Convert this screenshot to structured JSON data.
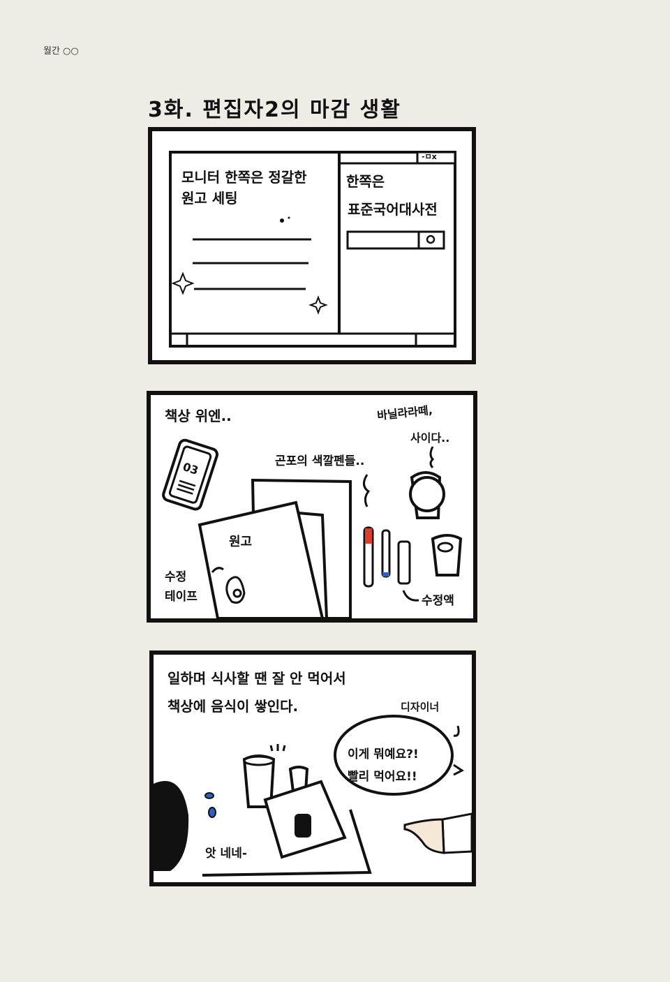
{
  "header": {
    "magazine": "월간 ○○"
  },
  "title": "3화. 편집자2의 마감 생활",
  "panel1": {
    "left_caption_line1": "모니터 한쪽은 정갈한",
    "left_caption_line2": "원고 세팅",
    "right_caption_line1": "한쪽은",
    "right_caption_line2": "표준국어대사전",
    "window_controls": "-ㅁx",
    "search_icon": "search-icon"
  },
  "panel2": {
    "caption": "책상 위엔..",
    "pens_label": "곤포의 색깔펜들..",
    "drinks_line1": "바닐라라떼,",
    "drinks_line2": "사이다..",
    "manuscript_label": "원고",
    "tape_line1": "수정",
    "tape_line2": "테이프",
    "fluid_label": "수정액",
    "card_number": "03",
    "colors": {
      "red_pen": "#d9402b",
      "blue_pen": "#2f5fbf"
    }
  },
  "panel3": {
    "caption_line1": "일하며 식사할 땐 잘 안 먹어서",
    "caption_line2": "책상에 음식이 쌓인다.",
    "designer_label": "디자이너",
    "bubble_line1": "이게 뭐예요?!",
    "bubble_line2": "빨리 먹어요!!",
    "reply": "앗 네네-",
    "colors": {
      "tear": "#2f5fbf",
      "skin": "#f6e8d6"
    }
  }
}
